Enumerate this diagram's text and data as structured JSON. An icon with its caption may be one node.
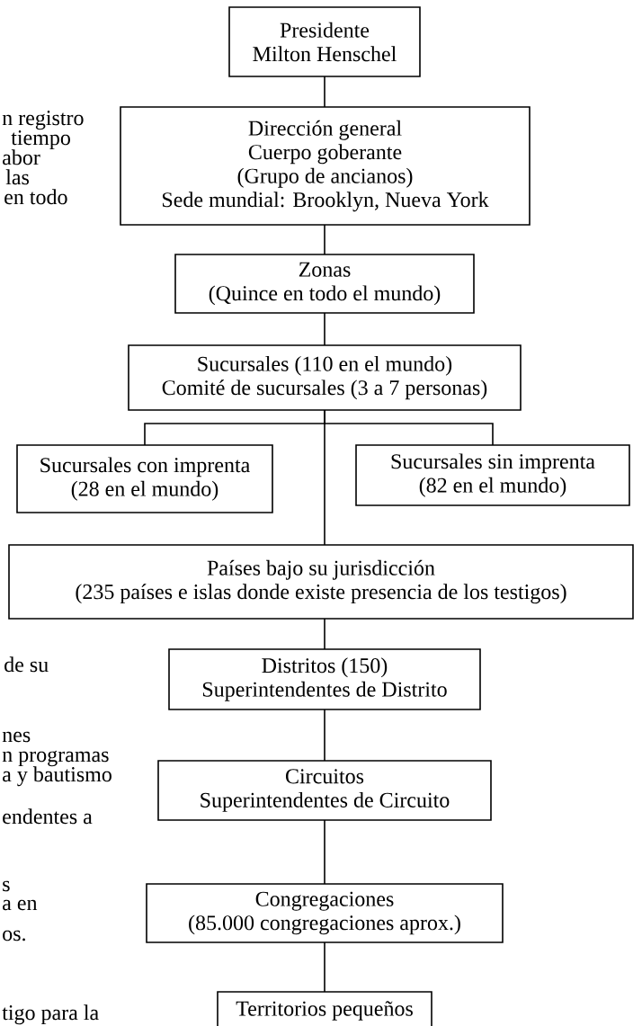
{
  "diagram": {
    "nodes": [
      {
        "text": [
          "Presidente",
          "Milton Henschel"
        ]
      },
      {
        "text": [
          "Dirección general",
          "Cuerpo goberante",
          "(Grupo de ancianos)",
          "Sede mundial: Brooklyn, Nueva York"
        ]
      },
      {
        "text": [
          "Zonas",
          "(Quince en todo el mundo)"
        ]
      },
      {
        "text": [
          "Sucursales (110 en el mundo)",
          "Comité de sucursales (3 a 7 personas)"
        ]
      },
      {
        "text": [
          "Sucursales con imprenta",
          "(28 en el mundo)"
        ]
      },
      {
        "text": [
          "Sucursales sin imprenta",
          "(82 en el mundo)"
        ]
      },
      {
        "text": [
          "Países bajo su jurisdicción",
          "(235 países e islas donde existe presencia de los testigos)"
        ]
      },
      {
        "text": [
          "Distritos (150)",
          "Superintendentes de Distrito"
        ]
      },
      {
        "text": [
          "Circuitos",
          "Superintendentes de Circuito"
        ]
      },
      {
        "text": [
          "Congregaciones",
          "(85.000 congregaciones aprox.)"
        ]
      },
      {
        "text": [
          "Territorios pequeños"
        ]
      }
    ],
    "edges": [
      {
        "from": 0,
        "to": 1,
        "arrow": "none"
      },
      {
        "from": 1,
        "to": 2,
        "arrow": "none"
      },
      {
        "from": 2,
        "to": 3,
        "arrow": "none"
      },
      {
        "from": 3,
        "to": 4,
        "arrow": "none"
      },
      {
        "from": 3,
        "to": 5,
        "arrow": "none"
      },
      {
        "from": 3,
        "to": 6,
        "arrow": "none"
      },
      {
        "from": 6,
        "to": 7,
        "arrow": "none"
      },
      {
        "from": 7,
        "to": 8,
        "arrow": "none"
      },
      {
        "from": 8,
        "to": 9,
        "arrow": "none"
      },
      {
        "from": 9,
        "to": 10,
        "arrow": "none"
      }
    ],
    "labels": [
      "n registro",
      "tiempo",
      "abor",
      "las",
      "en todo",
      "de su",
      "nes",
      "n programas",
      "a y bautismo",
      "endentes a",
      "s",
      "a en",
      "os.",
      "tigo para la"
    ]
  }
}
